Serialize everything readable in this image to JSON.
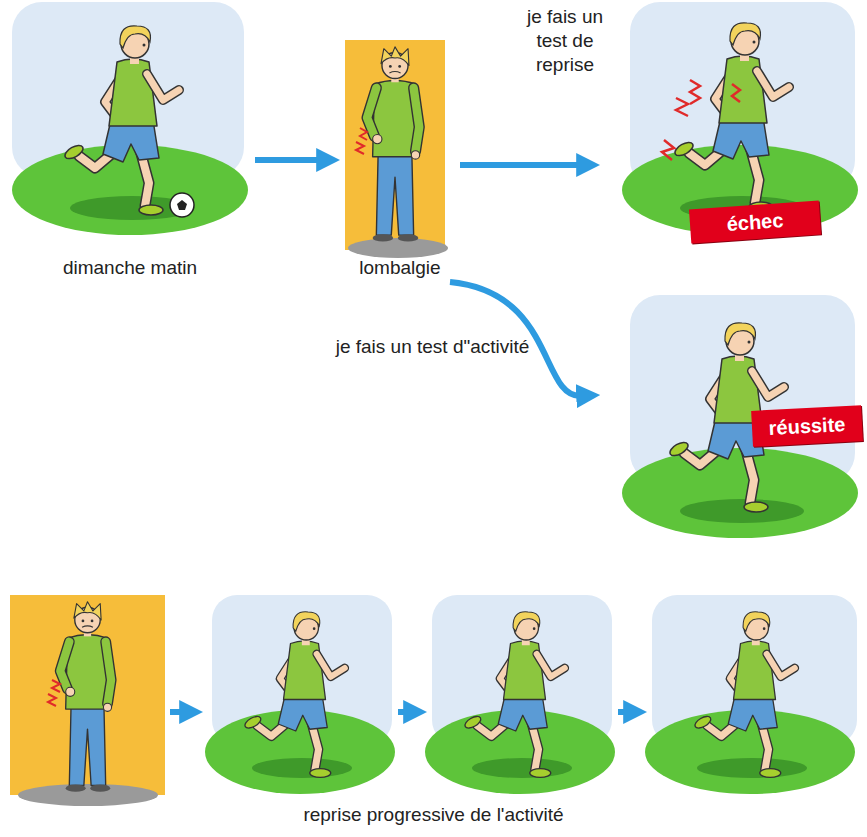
{
  "diagram": {
    "nodes": [
      {
        "text": [
          "dimanche matin"
        ]
      },
      {
        "text": [
          "lombalgie"
        ]
      },
      {
        "text": [
          "échec"
        ]
      },
      {
        "text": [
          "réussite"
        ]
      }
    ],
    "edges": [
      {
        "from": 0,
        "to": 1,
        "arrow": "to"
      },
      {
        "from": 1,
        "to": 2,
        "arrow": "to",
        "label": "je fais un test de reprise"
      },
      {
        "from": 1,
        "to": 3,
        "arrow": "to",
        "label": "je fais un test d\"activité"
      }
    ],
    "labels": [
      "reprise progressive de l'activité"
    ]
  }
}
